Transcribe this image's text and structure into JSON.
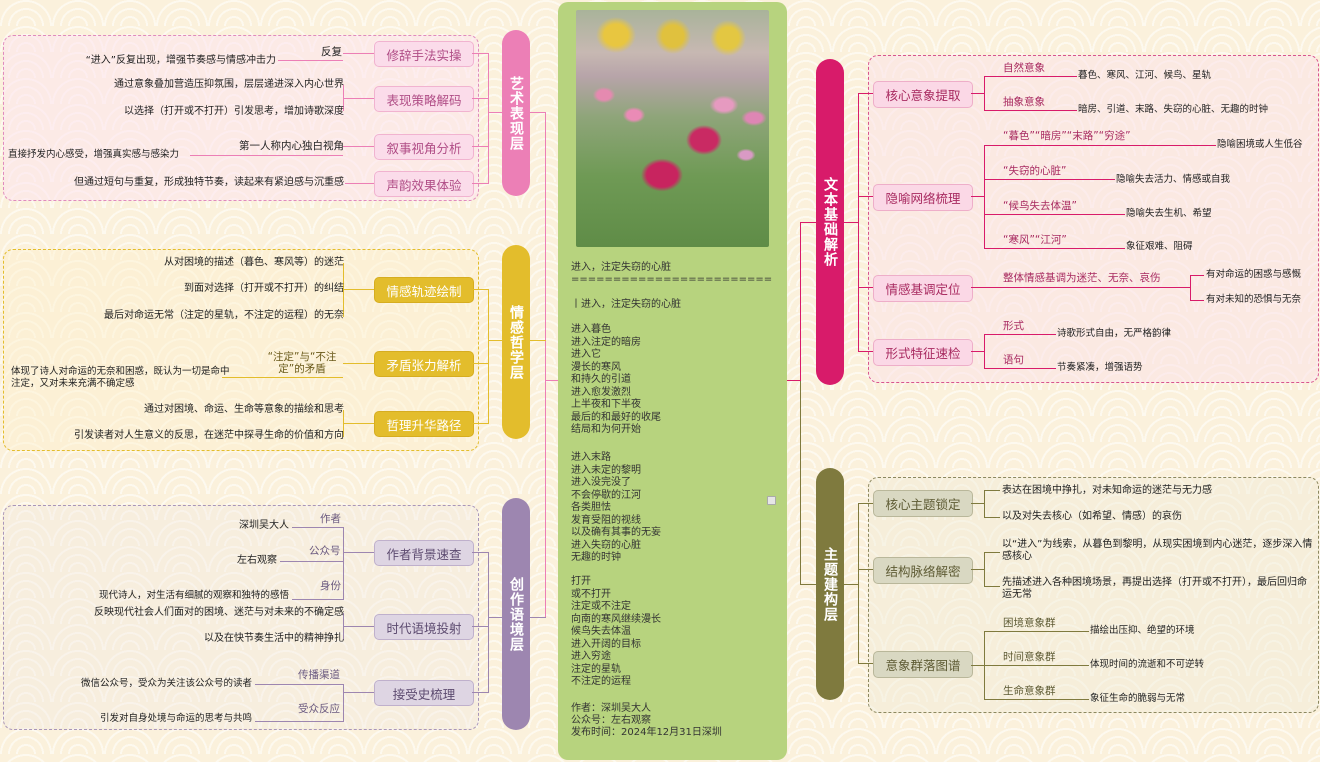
{
  "center": {
    "title": "进入，注定失窃的心脏",
    "separator": "========================",
    "subtitle": "丨进入，注定失窃的心脏",
    "stanza1": [
      "进入暮色",
      "进入注定的暗房",
      "进入它",
      "漫长的寒风",
      "和持久的引道",
      "进入愈发激烈",
      "上半夜和下半夜",
      "最后的和最好的收尾",
      "结局和为何开始"
    ],
    "stanza2": [
      "进入末路",
      "进入未定的黎明",
      "进入没完没了",
      "不会停歇的江河",
      "各类胆怯",
      "发育受阻的视线",
      "以及确有其事的无妄",
      "进入失窃的心脏",
      "无趣的时钟"
    ],
    "stanza3": [
      "打开",
      "或不打开",
      "注定或不注定",
      "向南的寒风继续漫长",
      "候鸟失去体温",
      "进入开阔的目标",
      "进入穷途",
      "注定的星轨",
      "不注定的运程"
    ],
    "author": "作者：深圳吴大人",
    "account": "公众号：左右观察",
    "published": "发布时间：2024年12月31日深圳",
    "photo_icon": "cosmos-flower-photo"
  },
  "left": {
    "art": {
      "title": "艺术表现层",
      "color": "#ec7fb6",
      "nodes": [
        {
          "label": "修辞手法实操",
          "branch": "反复",
          "leaf": "“进入”反复出现，增强节奏感与情感冲击力"
        },
        {
          "label": "表现策略解码",
          "leaves": [
            "通过意象叠加营造压抑氛围，层层递进深入内心世界",
            "以选择（打开或不打开）引发思考，增加诗歌深度"
          ]
        },
        {
          "label": "叙事视角分析",
          "branch": "第一人称内心独白视角",
          "leaf": "直接抒发内心感受，增强真实感与感染力"
        },
        {
          "label": "声韵效果体验",
          "leaf": "但通过短句与重复，形成独特节奏，读起来有紧迫感与沉重感"
        }
      ]
    },
    "emotion": {
      "title": "情感哲学层",
      "color": "#e3bd2c",
      "nodes": [
        {
          "label": "情感轨迹绘制",
          "leaves": [
            "从对困境的描述（暮色、寒风等）的迷茫",
            "到面对选择（打开或不打开）的纠结",
            "最后对命运无常（注定的星轨，不注定的运程）的无奈"
          ]
        },
        {
          "label": "矛盾张力解析",
          "branch": "“注定”与“不注定”的矛盾",
          "leaf": "体现了诗人对命运的无奈和困惑，既认为一切是命中注定，又对未来充满不确定感"
        },
        {
          "label": "哲理升华路径",
          "leaves": [
            "通过对困境、命运、生命等意象的描绘和思考",
            "引发读者对人生意义的反思，在迷茫中探寻生命的价值和方向"
          ]
        }
      ]
    },
    "context": {
      "title": "创作语境层",
      "color": "#9d86b0",
      "nodes": [
        {
          "label": "作者背景速查",
          "pairs": [
            {
              "branch": "作者",
              "leaf": "深圳吴大人"
            },
            {
              "branch": "公众号",
              "leaf": "左右观察"
            },
            {
              "branch": "身份",
              "leaf": "现代诗人，对生活有细腻的观察和独特的感悟"
            }
          ]
        },
        {
          "label": "时代语境投射",
          "leaves": [
            "反映现代社会人们面对的困境、迷茫与对未来的不确定感",
            "以及在快节奏生活中的精神挣扎"
          ]
        },
        {
          "label": "接受史梳理",
          "pairs": [
            {
              "branch": "传播渠道",
              "leaf": "微信公众号，受众为关注该公众号的读者"
            },
            {
              "branch": "受众反应",
              "leaf": "引发对自身处境与命运的思考与共鸣"
            }
          ]
        }
      ]
    }
  },
  "right": {
    "text": {
      "title": "文本基础解析",
      "color": "#d81b6a",
      "nodes": [
        {
          "label": "核心意象提取",
          "pairs": [
            {
              "branch": "自然意象",
              "leaf": "暮色、寒风、江河、候鸟、星轨"
            },
            {
              "branch": "抽象意象",
              "leaf": "暗房、引道、末路、失窃的心脏、无趣的时钟"
            }
          ]
        },
        {
          "label": "隐喻网络梳理",
          "pairs": [
            {
              "branch": "“暮色”“暗房”“末路”“穷途”",
              "leaf": "隐喻困境或人生低谷"
            },
            {
              "branch": "“失窃的心脏”",
              "leaf": "隐喻失去活力、情感或自我"
            },
            {
              "branch": "“候鸟失去体温”",
              "leaf": "隐喻失去生机、希望"
            },
            {
              "branch": "“寒风”“江河”",
              "leaf": "象征艰难、阻碍"
            }
          ]
        },
        {
          "label": "情感基调定位",
          "branch": "整体情感基调为迷茫、无奈、哀伤",
          "leaves": [
            "有对命运的困惑与感慨",
            "有对未知的恐惧与无奈"
          ]
        },
        {
          "label": "形式特征速检",
          "pairs": [
            {
              "branch": "形式",
              "leaf": "诗歌形式自由，无严格韵律"
            },
            {
              "branch": "语句",
              "leaf": "节奏紧凑，增强语势"
            }
          ]
        }
      ]
    },
    "theme": {
      "title": "主题建构层",
      "color": "#7f7a3e",
      "nodes": [
        {
          "label": "核心主题锁定",
          "leaves": [
            "表达在困境中挣扎，对未知命运的迷茫与无力感",
            "以及对失去核心（如希望、情感）的哀伤"
          ]
        },
        {
          "label": "结构脉络解密",
          "leaves": [
            "以“进入”为线索，从暮色到黎明，从现实困境到内心迷茫，逐步深入情感核心",
            "先描述进入各种困境场景，再提出选择（打开或不打开），最后回归命运无常"
          ]
        },
        {
          "label": "意象群落图谱",
          "pairs": [
            {
              "branch": "困境意象群",
              "leaf": "描绘出压抑、绝望的环境"
            },
            {
              "branch": "时间意象群",
              "leaf": "体现时间的流逝和不可逆转"
            },
            {
              "branch": "生命意象群",
              "leaf": "象征生命的脆弱与无常"
            }
          ]
        }
      ]
    }
  }
}
